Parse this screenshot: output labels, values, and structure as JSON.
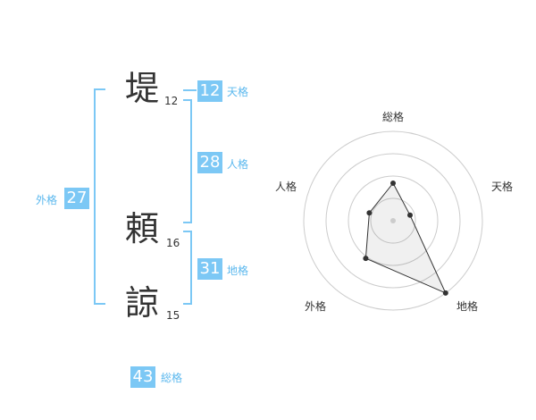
{
  "colors": {
    "accent": "#7cc8f5",
    "accent_text": "#5bb8ee",
    "text": "#333333",
    "ring": "#cccccc"
  },
  "name": {
    "chars": [
      {
        "char": "堤",
        "strokes": "12"
      },
      {
        "char": "頼",
        "strokes": "16"
      },
      {
        "char": "諒",
        "strokes": "15"
      }
    ]
  },
  "fortune": {
    "tenkaku": {
      "value": "12",
      "label": "天格"
    },
    "jinkaku": {
      "value": "28",
      "label": "人格"
    },
    "chikaku": {
      "value": "31",
      "label": "地格"
    },
    "gaikaku": {
      "value": "27",
      "label": "外格"
    },
    "soukaku": {
      "value": "43",
      "label": "総格"
    }
  },
  "radar": {
    "axes": [
      "総格",
      "天格",
      "地格",
      "外格",
      "人格"
    ],
    "values": [
      0.42,
      0.2,
      1.0,
      0.52,
      0.28
    ],
    "ring_count": 4
  }
}
